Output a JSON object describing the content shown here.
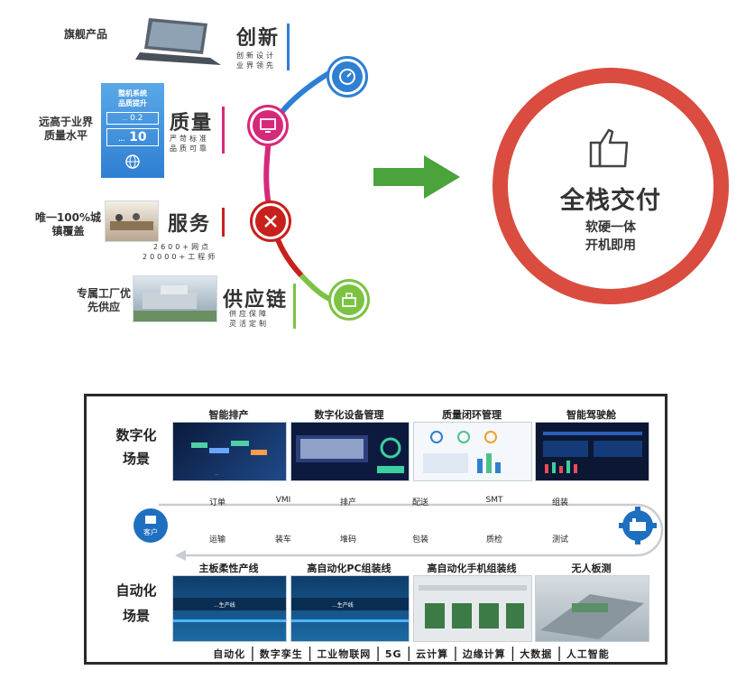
{
  "left_items": [
    {
      "side_label": "旗舰产品",
      "title": "创新",
      "sub": [
        "创新设计",
        "业界领先"
      ],
      "color": "#2f7fd3"
    },
    {
      "side_label": "远高于业界质量水平",
      "title": "质量",
      "sub": [
        "严苛标准",
        "品质可靠"
      ],
      "color": "#d6297a",
      "panel": {
        "line1": "整机系统",
        "line2": "品质提升",
        "rate_prefix": "...",
        "rate_value": "0.2",
        "rate2_prefix": "...",
        "rate2_value": "10"
      }
    },
    {
      "side_label": "唯一100%城镇覆盖",
      "title": "服务",
      "sub": [
        "2600+网点",
        "20000+工程师"
      ],
      "color": "#c8201c"
    },
    {
      "side_label": "专属工厂优先供应",
      "title": "供应链",
      "sub": [
        "供应保障",
        "灵活定制"
      ],
      "color": "#7cc243"
    }
  ],
  "right_circle": {
    "title": "全栈交付",
    "line1": "软硬一体",
    "line2": "开机即用"
  },
  "colors": {
    "arrow": "#4aa33b",
    "ring": "#d94c3f",
    "dark": "#2b2b2b",
    "blue": "#1f6fc0"
  },
  "bottom": {
    "top_label": [
      "数字化",
      "场景"
    ],
    "bottom_label": [
      "自动化",
      "场景"
    ],
    "top_thumbs": [
      "智能排产",
      "数字化设备管理",
      "质量闭环管理",
      "智能驾驶舱"
    ],
    "bottom_thumbs": [
      "主板柔性产线",
      "高自动化PC组装线",
      "高自动化手机组装线",
      "无人板测"
    ],
    "flow_top": [
      "订单",
      "VMI",
      "排产",
      "配送",
      "SMT",
      "组装"
    ],
    "flow_bottom": [
      "运输",
      "装车",
      "堆码",
      "包装",
      "质检",
      "测试"
    ],
    "customer_label": "客户",
    "thumb_overlay": [
      "...生产线",
      "...生产线"
    ],
    "tech_bar": [
      "自动化",
      "数字孪生",
      "工业物联网",
      "5G",
      "云计算",
      "边缘计算",
      "大数据",
      "人工智能"
    ]
  }
}
